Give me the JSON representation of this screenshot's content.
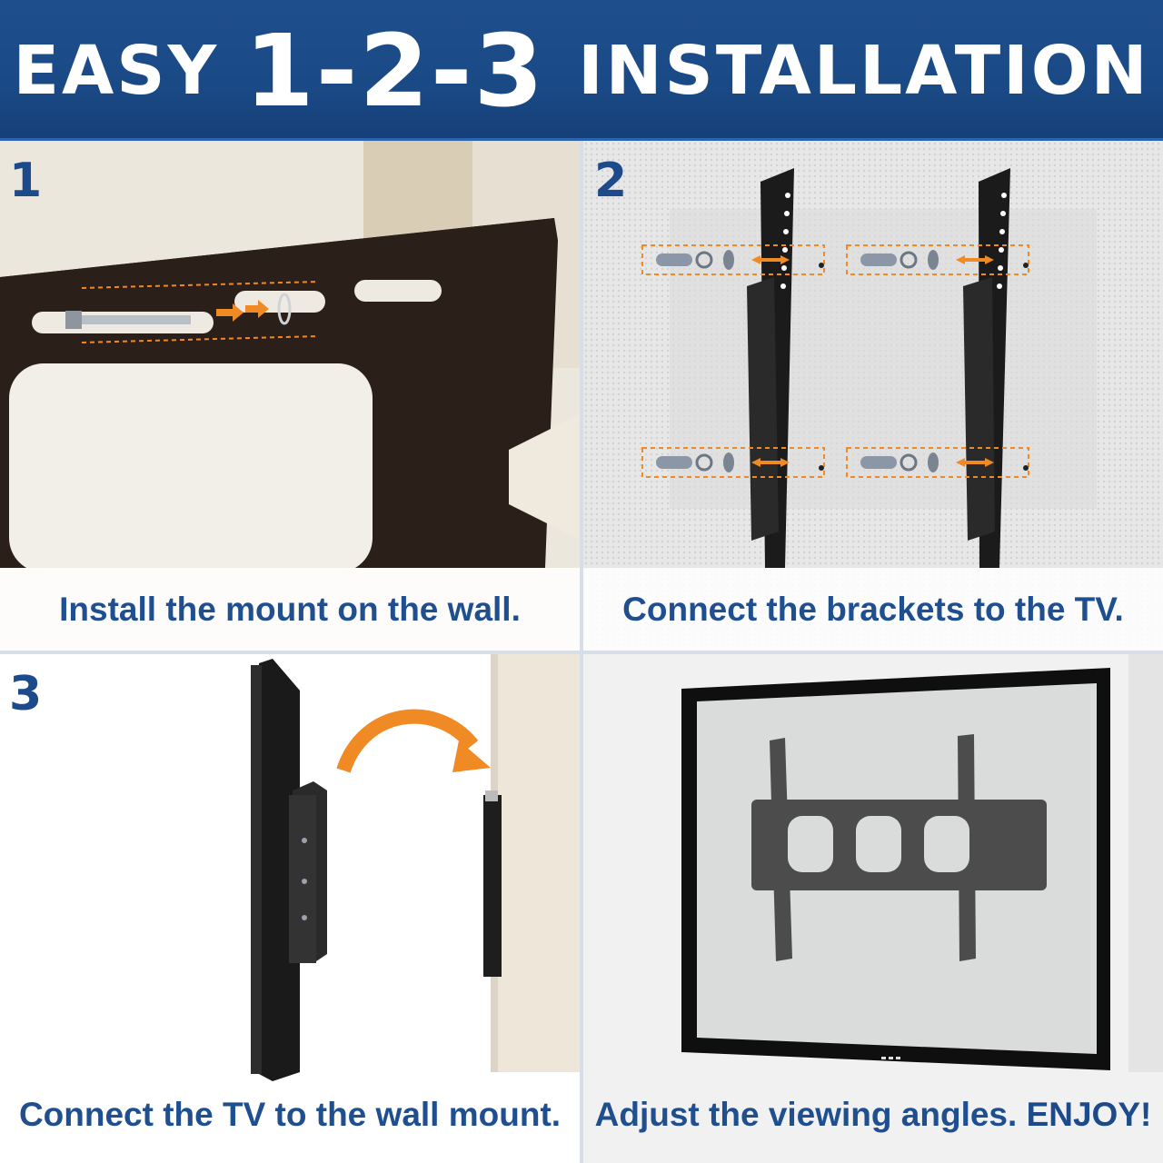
{
  "header": {
    "word1": "EASY",
    "steps": "1-2-3",
    "word2": "INSTALLATION"
  },
  "colors": {
    "brand_blue": "#1f4e8c",
    "caption_blue": "#1f4f8f",
    "accent_orange": "#f08a24"
  },
  "panels": [
    {
      "number": "1",
      "caption": "Install the mount on the wall."
    },
    {
      "number": "2",
      "caption": "Connect the brackets to the TV."
    },
    {
      "number": "3",
      "caption": "Connect the TV to the wall mount."
    },
    {
      "number": "",
      "caption": "Adjust the viewing angles.",
      "caption_emphasis": "ENJOY!"
    }
  ]
}
